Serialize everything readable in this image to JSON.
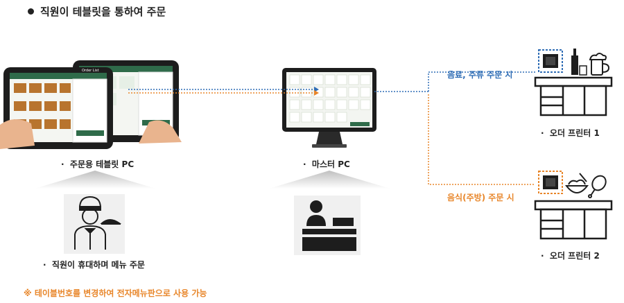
{
  "title": "직원이 테블릿을 통하여 주문",
  "captions": {
    "tablet": "주문용 테블릿 PC",
    "master": "마스터 PC",
    "staff": "직원이 휴대하며 메뉴 주문",
    "printer1": "오더 프린터 1",
    "printer2": "오더 프린터 2"
  },
  "route_labels": {
    "drink": "음료, 주류 주문 시",
    "food": "음식(주방) 주문 시"
  },
  "tablet_screen": {
    "order_list": "Order List"
  },
  "note": "※ 테이블번호를 변경하여 전자메뉴판으로 사용 가능",
  "colors": {
    "blue": "#2f6db5",
    "orange": "#e8862a",
    "dark": "#222222"
  }
}
